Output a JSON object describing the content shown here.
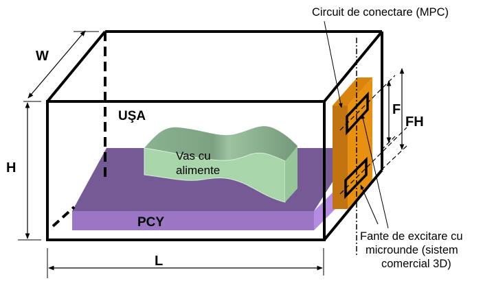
{
  "diagram": {
    "title": "Microwave oven cavity with food tray and 3D excitation slots",
    "colors": {
      "outline": "#000000",
      "tray_top": "#765A96",
      "tray_front": "#9B76C4",
      "tray_side": "#B48BE0",
      "food_top": "#7FA585",
      "food_front": "#A8D5AA",
      "food_side": "#96C69A",
      "waveguide_front": "#E8900F",
      "waveguide_side": "#C27410",
      "waveguide_top": "#D8840E"
    },
    "labels": {
      "width": "W",
      "height": "H",
      "length": "L",
      "door": "UŞA",
      "tray": "PCY",
      "food_line1": "Vas cu",
      "food_line2": "alimente",
      "slot_spacing": "F",
      "slot_height": "FH",
      "mpc_label": "Circuit de conectare (MPC)",
      "slots_line1": "Fante de excitare cu",
      "slots_line2": "microunde (sistem",
      "slots_line3": "comercial 3D)"
    },
    "icons": {
      "dimension_arrow": "double-headed-arrow",
      "pointer_arrow": "leader-arrow"
    }
  }
}
